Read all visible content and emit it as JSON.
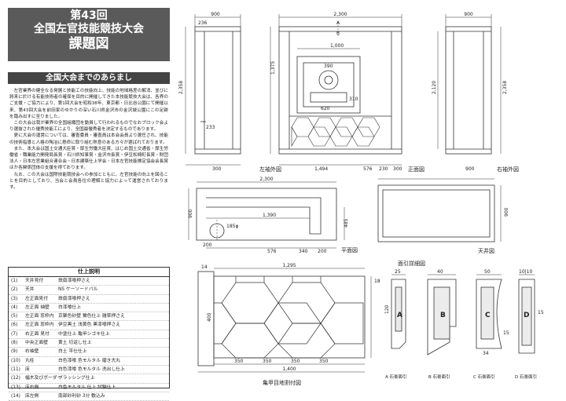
{
  "title": {
    "line1": "第43回",
    "line2": "全国左官技能競技大会",
    "line3": "課題図"
  },
  "summary": {
    "heading": "全国大会までのあらまし",
    "paragraphs": [
      "左官業界の健全なる発展と技能工の技能向上、技能の地域格差の解消、並びに將来に於ける有能技術者の確保を目的に開催してきた本技能競技大会は、各界のご支援・ご協力により、第1回大会を昭和38年、東京都・日比谷公園にて開催以来、第43回大会を前田家のゆかりの深い石川県金沢市の金沢城公園にこの足跡を踏み出すに至りました。",
      "この大会は我が業界の全国組織団を動員して行われるものでなおブロック会より選抜された優秀技能工により、全国最優秀者を決定するものであります。",
      "更に大会の運営については、審査委員・審査員は本会会員より選任され、技能の技術指導と人格の陶冶に懸命に取り組む熱意のある方々が選ばれております。",
      "また、本大会は国土交通大臣賞・厚生労働大臣賞、はじめ国土交通省・厚生労働省・職業能力開発局長賞・石川県知事賞・金沢市長賞・伊豆松崎町長賞・財団法人・日本左官業組合連合会・日本建築仕上学会・日本左官技能検定協会会長賞ほか各関係団体の支援を得ております。",
      "なお、この大会は国際技能競技会への参加とともに、左官技能の向上を図ることを目的としており、当会と会員各位の理解と協力によって運営されております。"
    ]
  },
  "finish": {
    "heading": "仕上説明",
    "rows": [
      {
        "num": "(1)",
        "part": "天井見付",
        "spec": "鉄扇漆喰押さえ"
      },
      {
        "num": "(2)",
        "part": "天井",
        "spec": "NS ケーソードパル"
      },
      {
        "num": "(3)",
        "part": "左正面見付",
        "spec": "鉄扇漆喰押さえ"
      },
      {
        "num": "(4)",
        "part": "左正面 袖壁",
        "spec": "白漆喰仕上"
      },
      {
        "num": "(5)",
        "part": "左正面 窓枠内",
        "spec": "京聚色砂壁 鶯色仕上 雑草押さえ"
      },
      {
        "num": "(6)",
        "part": "左正面 窓枠内",
        "spec": "伊豆黒土 浅黄色 黒漆喰押さえ"
      },
      {
        "num": "(7)",
        "part": "右正面 見付",
        "spec": "中塗仕上 亀甲シゴキ仕上"
      },
      {
        "num": "(8)",
        "part": "中央正面壁",
        "spec": "黄土 切返し仕上"
      },
      {
        "num": "(9)",
        "part": "右袖壁",
        "spec": "白土 平仕仕上"
      },
      {
        "num": "(10)",
        "part": "丸柱",
        "spec": "白色漆喰 色モルタル 磨き大丸"
      },
      {
        "num": "(11)",
        "part": "床",
        "spec": "白色漆喰 色モルタル 洗出し仕上"
      },
      {
        "num": "(12)",
        "part": "幅木及びボーダー",
        "spec": "ブラッシング仕上"
      },
      {
        "num": "(13)",
        "part": "床右側",
        "spec": "白色モルタル 仕上 試験仕上"
      },
      {
        "num": "(14)",
        "part": "床左側",
        "spec": "南部砂利砂 3分 敷込み"
      }
    ]
  },
  "drawing": {
    "labels": {
      "left_side": "左袖外図",
      "front": "正面図",
      "right_side": "右袖外図",
      "plan": "平面図",
      "ceiling": "天井図",
      "drawer_detail": "面引詳細図",
      "floor_pattern": "亀甲目地割付図",
      "arrow_a": "A",
      "arrow_b": "B"
    },
    "dims": {
      "top_900": "900",
      "top_2300": "2,300",
      "top_900r": "900",
      "d_236": "236",
      "d_1000": "1,000",
      "d_390": "390",
      "d_620": "620",
      "d_310": "310",
      "d_1375": "1,375",
      "d_2358": "2,358",
      "d_2120": "2,120",
      "d_233": "233",
      "d_300": "300",
      "d_1494": "1,494",
      "d_576": "576",
      "d_230": "230",
      "d_300b": "300",
      "d_900b": "900",
      "d_2358r": "2,358",
      "p_2300": "2,300",
      "p_1390": "1,390",
      "p_185": "185φ",
      "p_900": "900",
      "p_200": "200",
      "p_576": "576",
      "p_340": "340",
      "p_200b": "200",
      "p_485": "485",
      "c_900": "900",
      "f_1295": "1,295",
      "f_1400": "1,400",
      "f_350a": "350",
      "f_350b": "350",
      "f_350c": "350",
      "f_350d": "350",
      "f_400": "400",
      "f_14": "14",
      "f_18": "18",
      "s_25": "25",
      "s_40": "40",
      "s_50": "50",
      "s_1010": "10|10",
      "s_120": "120",
      "s_15": "15",
      "s_34": "34",
      "s_15b": "15"
    },
    "sections": {
      "a_label": "A 石膏面引",
      "b_label": "B 石膏面引",
      "c_label": "C 石膏面引",
      "d_label": "D 石膏面引",
      "a_letter": "A",
      "b_letter": "B",
      "c_letter": "C",
      "d_letter": "D"
    }
  }
}
